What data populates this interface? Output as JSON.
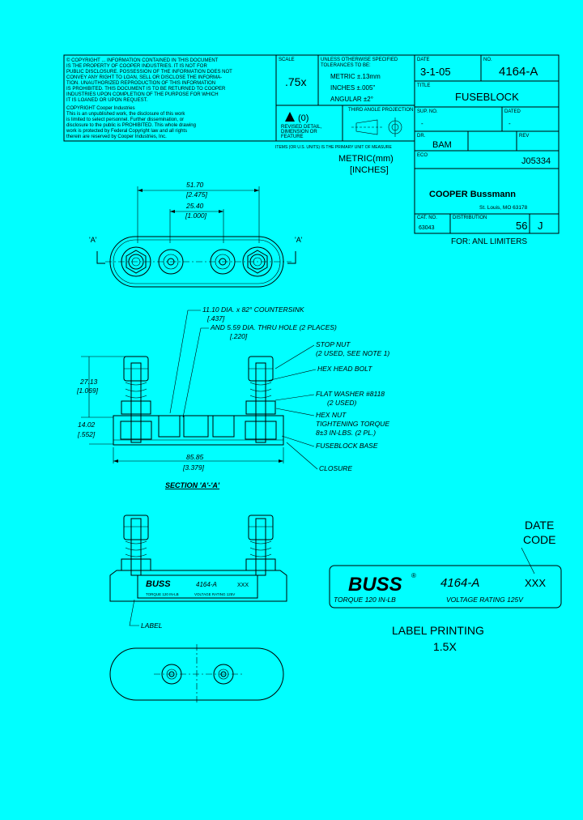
{
  "title_block": {
    "notice_lines": [
      "© COPYRIGHT ... INFORMATION CONTAINED IN THIS DOCUMENT",
      "IS THE PROPERTY OF COOPER INDUSTRIES. IT IS NOT FOR",
      "PUBLIC DISCLOSURE. POSSESSION OF THE INFORMATION DOES NOT",
      "CONVEY ANY RIGHT TO LOAN, SELL OR DISCLOSE THE INFORMA-",
      "TION. UNAUTHORIZED REPRODUCTION OF THIS INFORMATION",
      "IS PROHIBITED. THIS DOCUMENT IS TO BE RETURNED TO COOPER",
      "INDUSTRIES UPON COMPLETION OF THE PURPOSE FOR WHICH",
      "IT IS LOANED OR UPON REQUEST."
    ],
    "copyright_lines": [
      "COPYRIGHT Cooper Industries",
      "This is an unpublished work, the disclosure of this work",
      "is limited to select personnel. Further dissemination, or",
      "disclosure to the public is PROHIBITED. This whole drawing",
      "work is protected by Federal Copyright law and all rights",
      "therein are reserved by Cooper Industries, Inc."
    ],
    "scale_label": "SCALE",
    "scale_value": ".75x",
    "tol_header_1": "UNLESS OTHERWISE SPECIFIED",
    "tol_header_2": "TOLERANCES TO BE:",
    "tol_metric": "METRIC   ±.13mm",
    "tol_inches": "INCHES   ±.005\"",
    "tol_angular": "ANGULAR  ±2°",
    "rev_symbol": "(0)",
    "revision_label_1": "REVISED DETAIL,",
    "revision_label_2": "DIMENSION OR",
    "revision_label_3": "FEATURE",
    "projection_label": "THIRD ANGLE PROJECTION",
    "metric_note": "ITEMS (OR U.S. UNITS) IS THE PRIMARY UNIT OF MEASURE",
    "units_metric": "METRIC(mm)",
    "units_inches": "[INCHES]",
    "date_label": "DATE",
    "date_value": "3-1-05",
    "no_label": "NO.",
    "part_number": "4164-A",
    "title_label": "TITLE",
    "title_value": "FUSEBLOCK",
    "sup_no_label": "SUP. NO.",
    "sup_no_value": "-",
    "dated_label": "DATED",
    "dated_value": "-",
    "drawn_label": "DR.",
    "drawn_value": "BAM",
    "rev_label": "REV",
    "eco_label": "ECO",
    "eco_value": "J05334",
    "brand": "COOPER Bussmann",
    "location": "St. Louis, MO 63178",
    "cat_no_label": "CAT. NO.",
    "cat_no_value": "63043",
    "distribution_label": "DISTRIBUTION",
    "sheet_value": "56",
    "rev_value": "J",
    "for_note": "FOR: ANL LIMITERS"
  },
  "dimensions": {
    "d1": "51.70",
    "d1_in": "[2.475]",
    "d2": "25.40",
    "d2_in": "[1.000]",
    "section_mark_a": "'A'",
    "countersink_1": "11.10 DIA. x 82° COUNTERSINK",
    "countersink_1_in": "[.437]",
    "countersink_2": "AND  5.59  DIA. THRU HOLE (2 PLACES)",
    "countersink_2_in": "[.220]",
    "height": "27.13",
    "height_in": "[1.069]",
    "base_h": "14.02",
    "base_h_in": "[.552]",
    "length": "85.85",
    "length_in": "[3.379]"
  },
  "callouts": {
    "stop_nut": "STOP NUT",
    "stop_nut_note": "(2 USED, SEE NOTE 1)",
    "hex_head_bolt": "HEX HEAD BOLT",
    "flat_washer": "FLAT WASHER #8118",
    "flat_washer_note": "(2 USED)",
    "hex_nut": "HEX NUT",
    "tightening": "TIGHTENING TORQUE",
    "torque": "8±3 IN-LBS. (2 PL.)",
    "fuseblock_base": "FUSEBLOCK BASE",
    "closure": "CLOSURE",
    "section_title": "SECTION 'A'-'A'",
    "label_callout": "LABEL"
  },
  "label": {
    "brand": "BUSS",
    "part": "4164-A",
    "date_code": "XXX",
    "torque": "TORQUE 120 IN-LB",
    "voltage": "VOLTAGE RATING 125V",
    "date_code_title_1": "DATE",
    "date_code_title_2": "CODE",
    "printing_1": "LABEL PRINTING",
    "printing_2": "1.5X",
    "small_torque": "TORQUE 120 IN-LB",
    "small_voltage": "VOLTAGE RATING 125V"
  }
}
